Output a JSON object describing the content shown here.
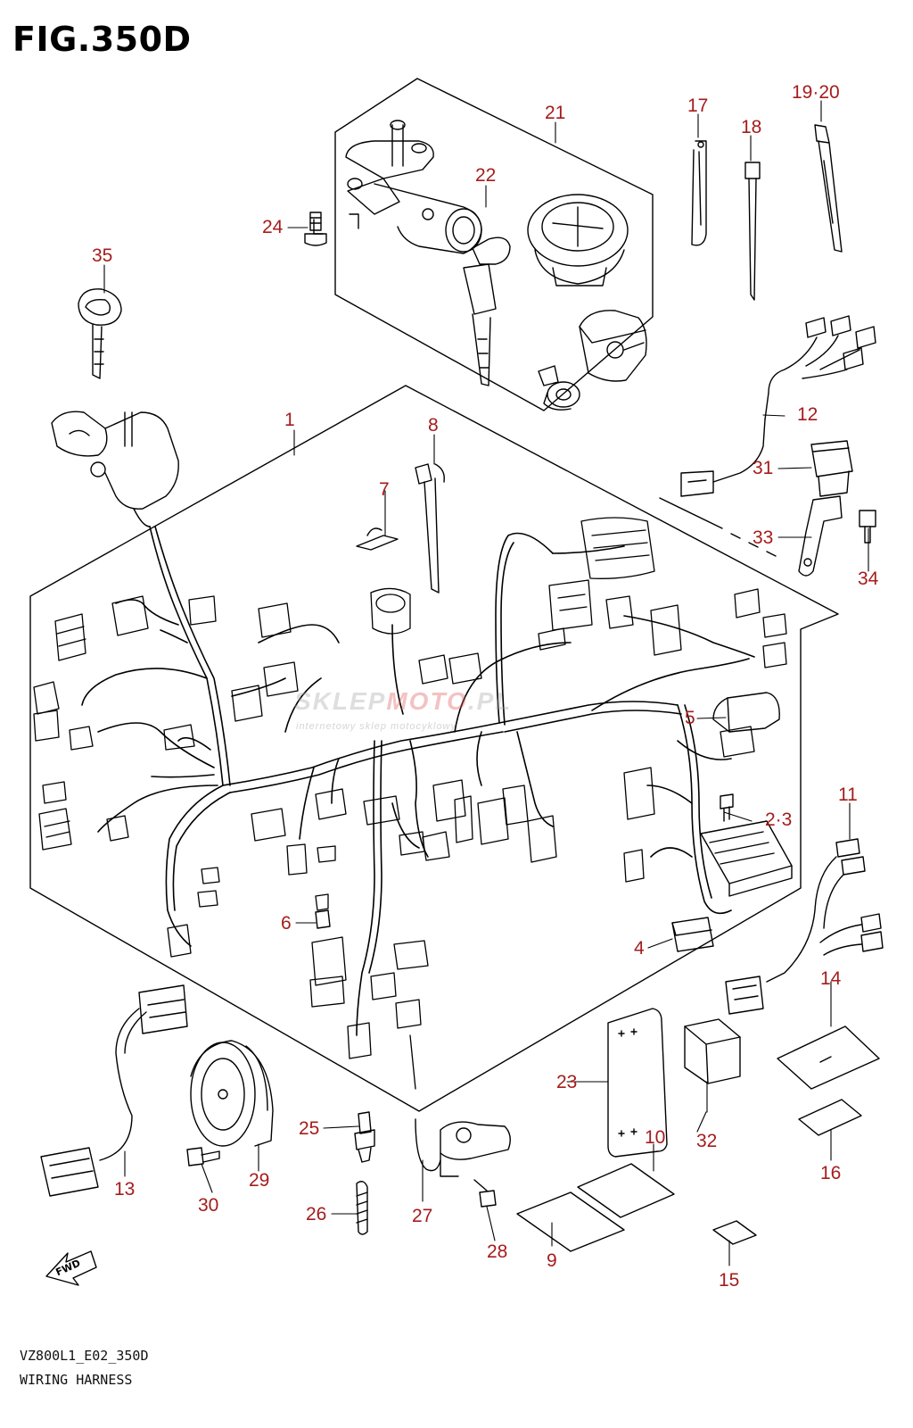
{
  "figure": {
    "title": "FIG.350D",
    "model_code": "VZ800L1_E02_350D",
    "caption": "WIRING HARNESS"
  },
  "watermark": {
    "main_prefix": "SKLEP",
    "main_accent": "MOTO",
    "main_suffix": ".PL",
    "sub": "internetowy sklep motocyklowy"
  },
  "fwd_label": "FWD",
  "callouts": [
    {
      "id": "c1",
      "text": "1"
    },
    {
      "id": "c2",
      "text": "2·3"
    },
    {
      "id": "c4",
      "text": "4"
    },
    {
      "id": "c5",
      "text": "5"
    },
    {
      "id": "c6",
      "text": "6"
    },
    {
      "id": "c7",
      "text": "7"
    },
    {
      "id": "c8",
      "text": "8"
    },
    {
      "id": "c9",
      "text": "9"
    },
    {
      "id": "c10",
      "text": "10"
    },
    {
      "id": "c11",
      "text": "11"
    },
    {
      "id": "c12",
      "text": "12"
    },
    {
      "id": "c13",
      "text": "13"
    },
    {
      "id": "c14",
      "text": "14"
    },
    {
      "id": "c15",
      "text": "15"
    },
    {
      "id": "c16",
      "text": "16"
    },
    {
      "id": "c17",
      "text": "17"
    },
    {
      "id": "c18",
      "text": "18"
    },
    {
      "id": "c19",
      "text": "19·20"
    },
    {
      "id": "c21",
      "text": "21"
    },
    {
      "id": "c22",
      "text": "22"
    },
    {
      "id": "c23",
      "text": "23"
    },
    {
      "id": "c24",
      "text": "24"
    },
    {
      "id": "c25",
      "text": "25"
    },
    {
      "id": "c26",
      "text": "26"
    },
    {
      "id": "c27",
      "text": "27"
    },
    {
      "id": "c28",
      "text": "28"
    },
    {
      "id": "c29",
      "text": "29"
    },
    {
      "id": "c30",
      "text": "30"
    },
    {
      "id": "c31",
      "text": "31"
    },
    {
      "id": "c32",
      "text": "32"
    },
    {
      "id": "c33",
      "text": "33"
    },
    {
      "id": "c34",
      "text": "34"
    },
    {
      "id": "c35",
      "text": "35"
    }
  ],
  "colors": {
    "callout": "#a51c1c",
    "line": "#000000"
  }
}
